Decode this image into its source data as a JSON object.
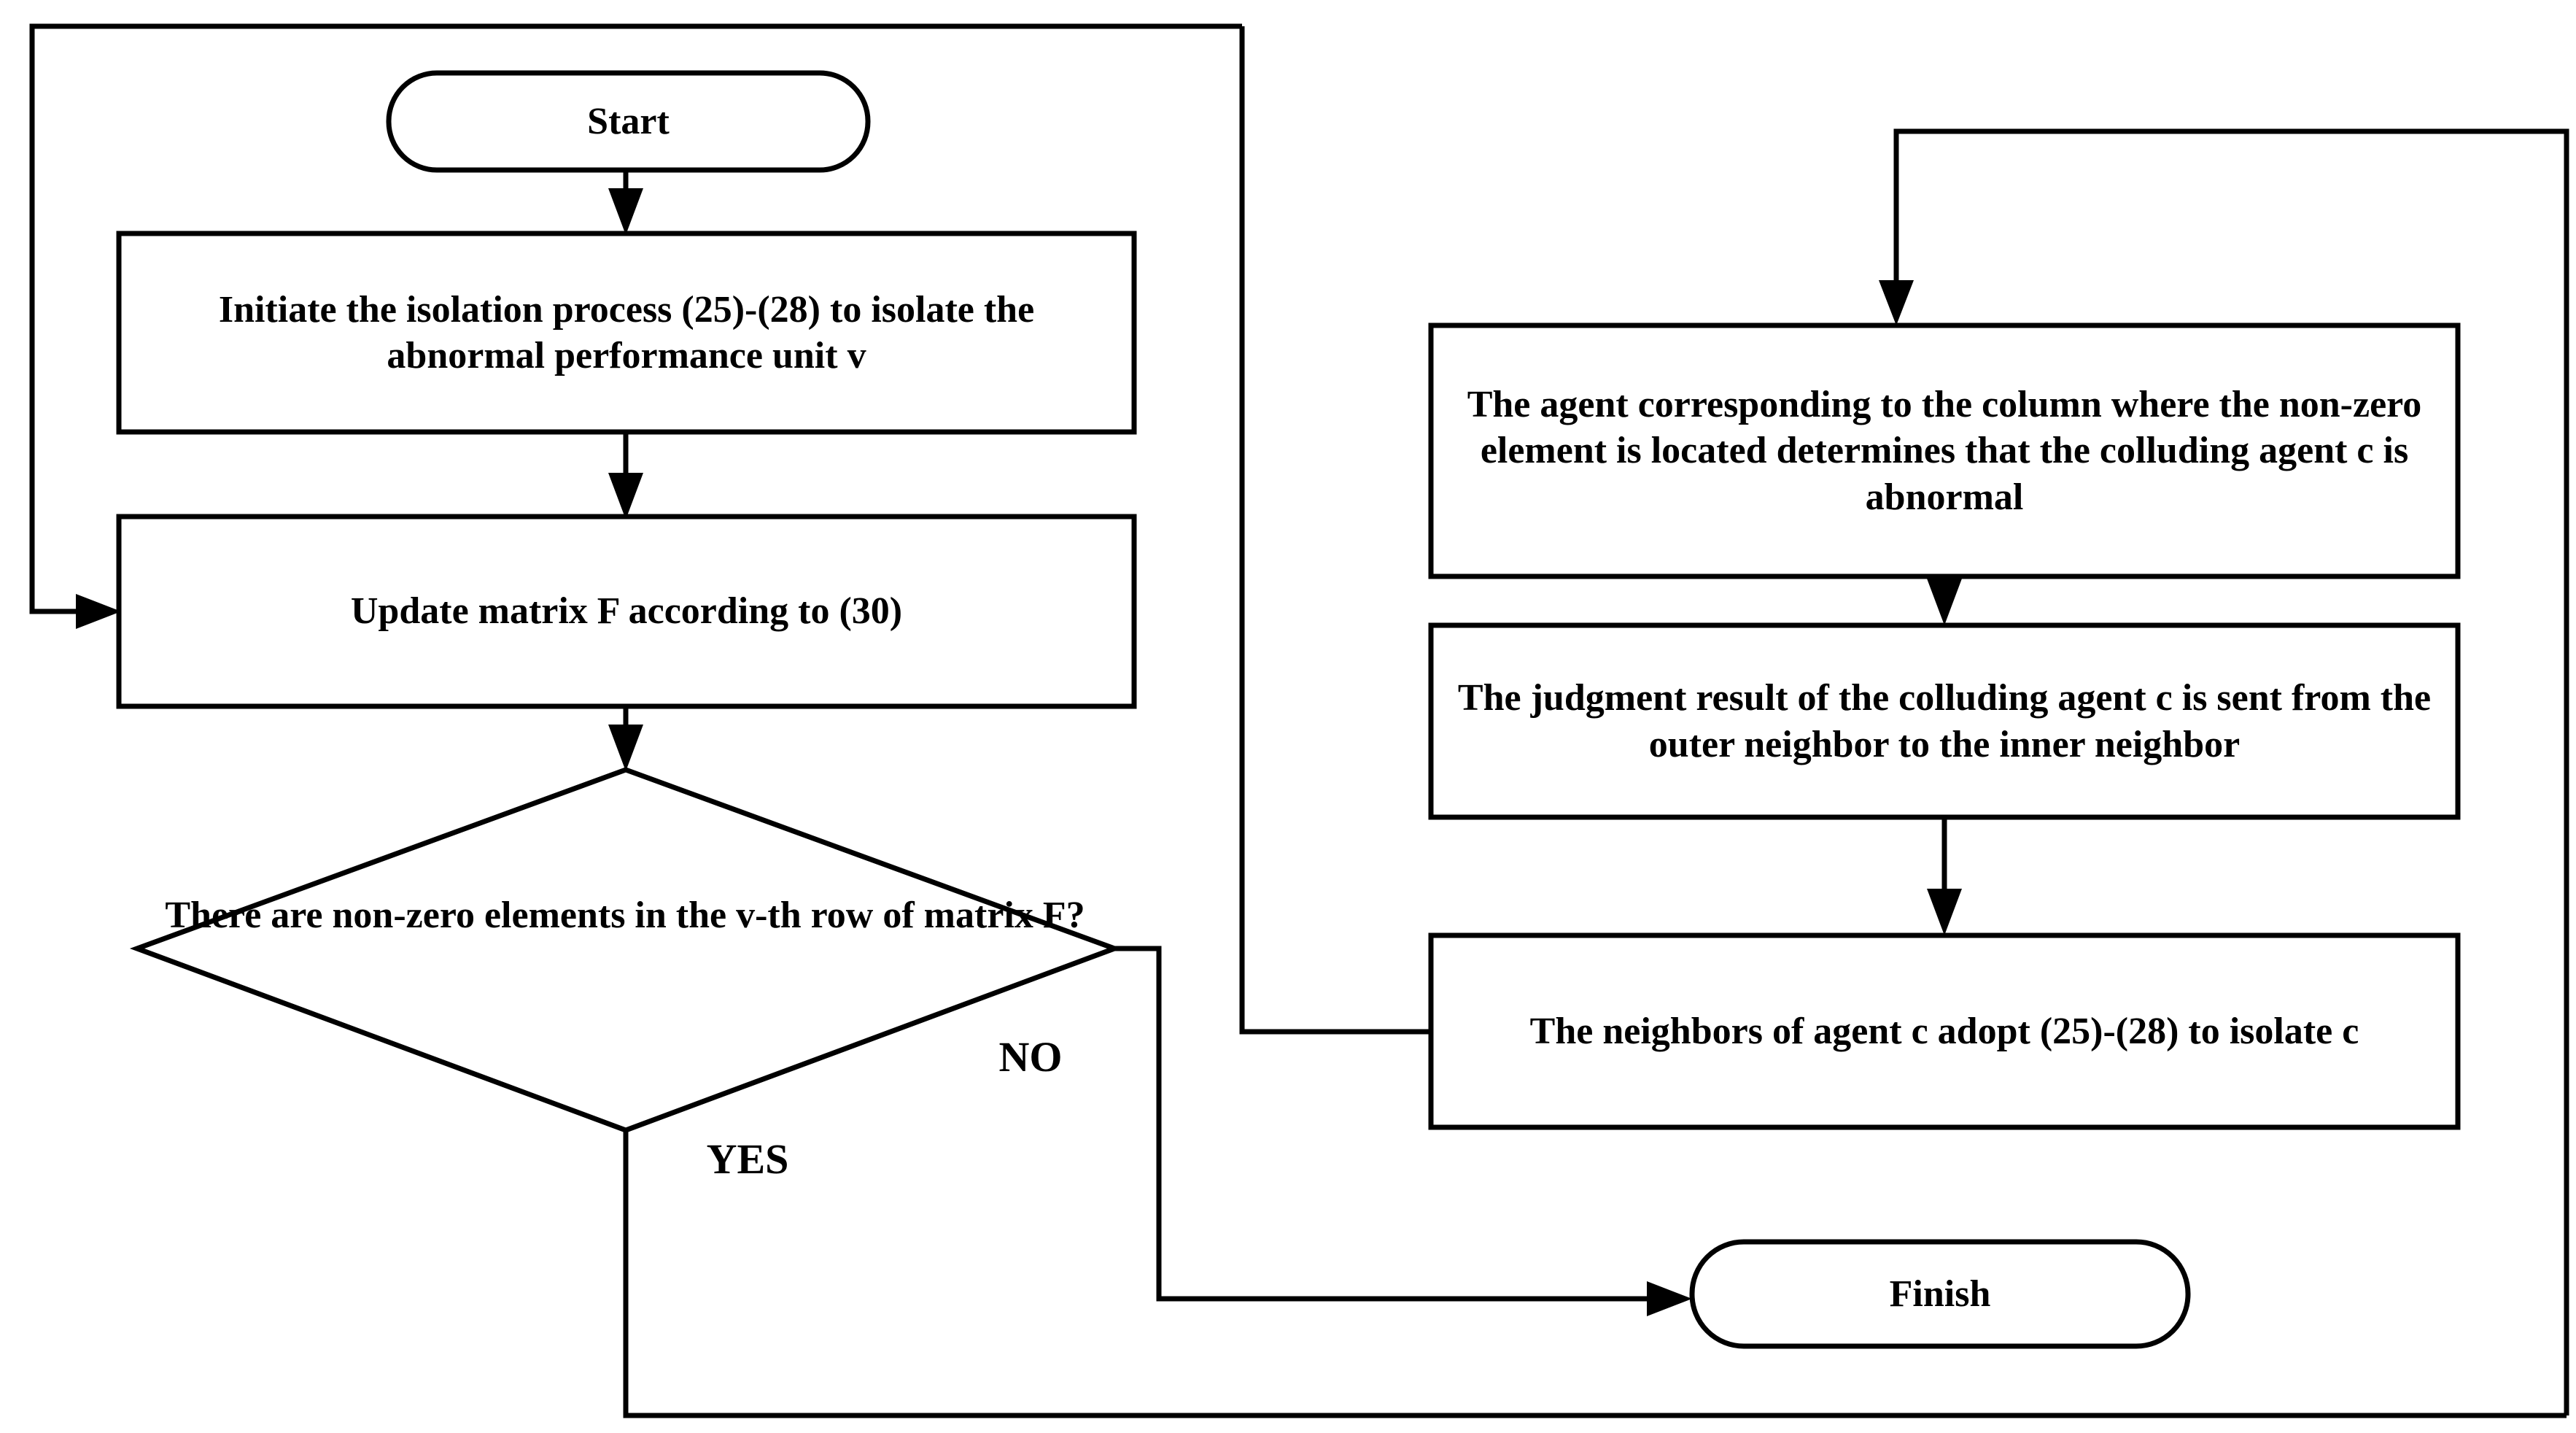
{
  "diagram": {
    "type": "flowchart",
    "title": "Isolation and colluding-agent detection procedure",
    "orientation": "two-column left-to-right with feedback loops",
    "line_color": "#000000",
    "fill_color": "#ffffff",
    "nodes": {
      "start": {
        "shape": "terminal",
        "label": "Start"
      },
      "initiate_isolation": {
        "shape": "process",
        "label": "Initiate the isolation process (25)-(28) to isolate the abnormal performance unit v"
      },
      "update_matrix": {
        "shape": "process",
        "label": "Update matrix F according to (30)"
      },
      "decision_nonzero": {
        "shape": "decision",
        "label": "There are non-zero elements in the v-th row of matrix F?"
      },
      "determine_colluding": {
        "shape": "process",
        "label": "The agent corresponding to the column where the non-zero element is located determines that the colluding agent c is abnormal"
      },
      "send_judgment": {
        "shape": "process",
        "label": "The judgment result of the colluding agent c is sent from the outer neighbor to the inner neighbor"
      },
      "neighbors_isolate": {
        "shape": "process",
        "label": "The neighbors of agent c adopt (25)-(28) to isolate c"
      },
      "finish": {
        "shape": "terminal",
        "label": "Finish"
      }
    },
    "branch_labels": {
      "yes": "YES",
      "no": "NO"
    },
    "edges": [
      {
        "from": "start",
        "to": "initiate_isolation",
        "label": ""
      },
      {
        "from": "initiate_isolation",
        "to": "update_matrix",
        "label": ""
      },
      {
        "from": "update_matrix",
        "to": "decision_nonzero",
        "label": ""
      },
      {
        "from": "decision_nonzero",
        "to": "neighbors_isolate",
        "label": "YES"
      },
      {
        "from": "decision_nonzero",
        "to": "finish",
        "label": "NO"
      },
      {
        "from": "neighbors_isolate",
        "to": "determine_colluding",
        "label": ""
      },
      {
        "from": "determine_colluding",
        "to": "send_judgment",
        "label": ""
      },
      {
        "from": "send_judgment",
        "to": "neighbors_isolate",
        "label": ""
      },
      {
        "from": "neighbors_isolate",
        "to": "update_matrix",
        "label": ""
      }
    ]
  }
}
